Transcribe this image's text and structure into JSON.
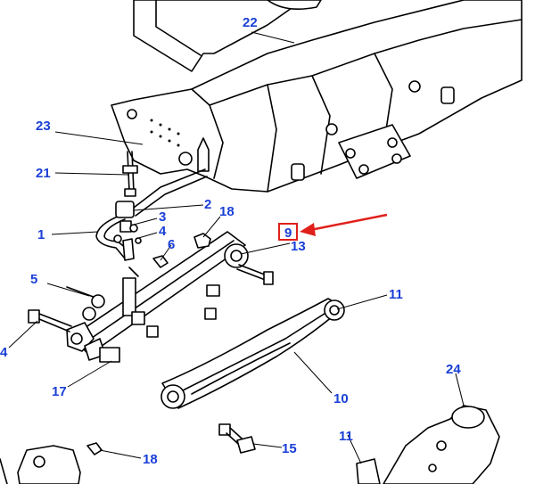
{
  "callouts": {
    "c22": "22",
    "c23": "23",
    "c21": "21",
    "c2": "2",
    "c18a": "18",
    "c3": "3",
    "c1": "1",
    "c4a": "4",
    "c6": "6",
    "c9": "9",
    "c13": "13",
    "c5": "5",
    "c11a": "11",
    "c4b": "4",
    "c17": "17",
    "c10": "10",
    "c24": "24",
    "c11b": "11",
    "c15": "15",
    "c18b": "18"
  },
  "highlight": {
    "target_callout": "9",
    "color": "#e0201b"
  },
  "colors": {
    "callout_text": "#1a3fd6",
    "line_art": "#000000",
    "background": "#ffffff"
  }
}
